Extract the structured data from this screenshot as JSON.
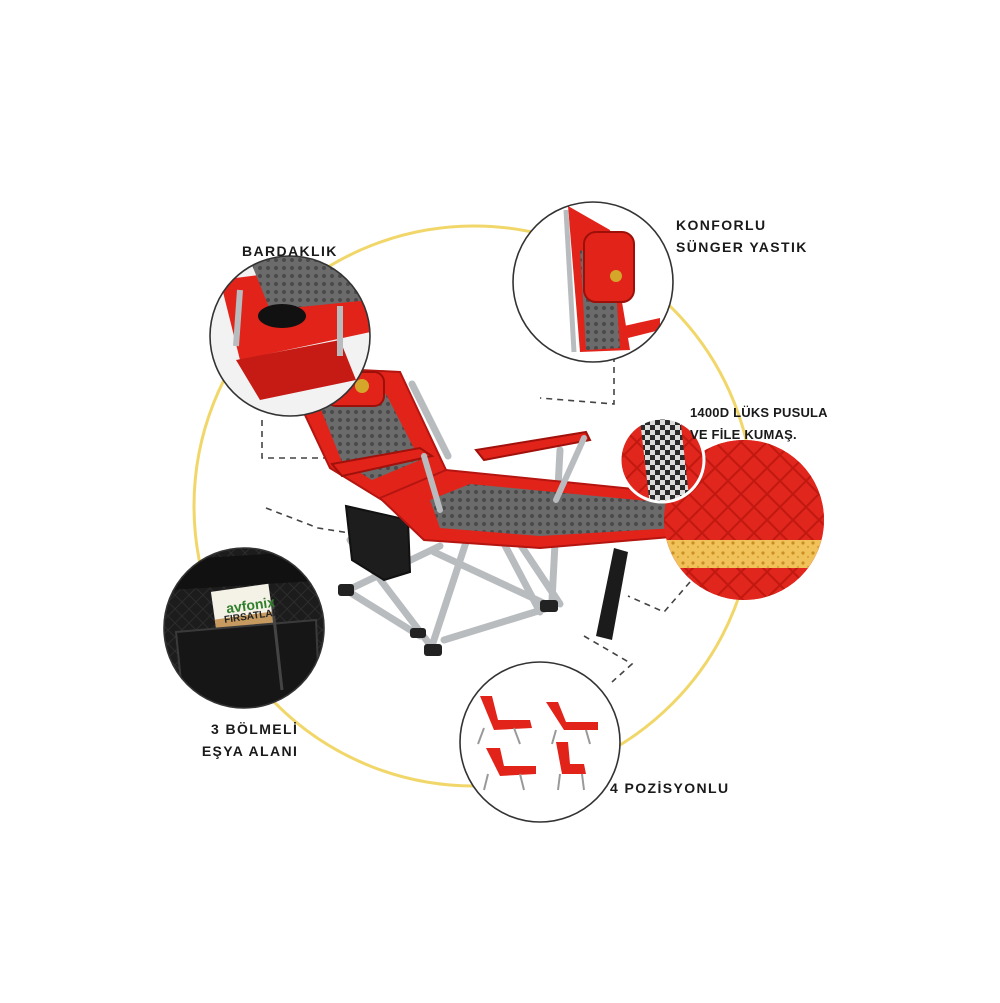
{
  "image": {
    "subject": "red reclining camping chair with feature callouts",
    "colors": {
      "chair_red": "#e2231a",
      "mesh_gray": "#5f5f5f",
      "frame_silver": "#b9bcbf",
      "ring_gold": "#f1d76a",
      "dashed_line": "#444444"
    }
  },
  "callouts": {
    "bardaklik": {
      "label": "BARDAKLIK"
    },
    "konforlu": {
      "line1": "KONFORLU",
      "line2": "SÜNGER YASTIK"
    },
    "kumas": {
      "line1": "1400D LÜKS PUSULA",
      "line2": "VE FİLE KUMAŞ."
    },
    "bolmeli": {
      "line1": "3 BÖLMELİ",
      "line2": "EŞYA ALANI"
    },
    "pozisyon": {
      "label": "4 POZİSYONLU"
    }
  },
  "pocket_brochure": {
    "brand": "avfonix",
    "headline": "FIRSATLAR"
  }
}
